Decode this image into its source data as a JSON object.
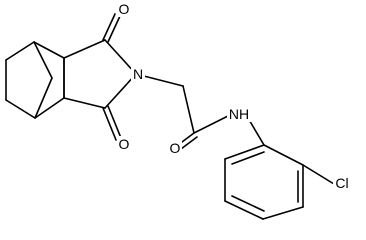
{
  "structure": {
    "atom_labels": {
      "o_top": "O",
      "o_bottom": "O",
      "o_amide": "O",
      "n_imide": "N",
      "nh_amide": "NH",
      "cl": "Cl"
    },
    "colors": {
      "bond": "#000000",
      "label": "#000000",
      "background": "#ffffff"
    }
  }
}
